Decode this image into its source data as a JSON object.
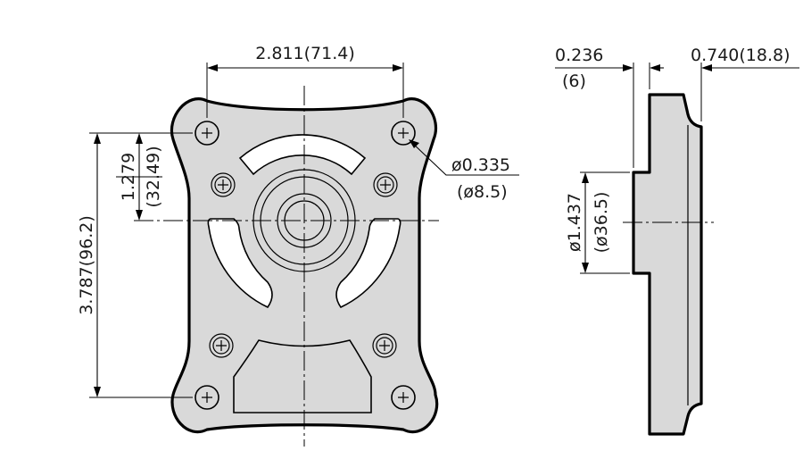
{
  "front_view": {
    "hole_spacing_width": "2.811(71.4)",
    "hole_spacing_height": "3.787(96.2)",
    "center_offset_in": "1.279",
    "center_offset_mm": "(32.49)",
    "hole_diameter_in": "ø0.335",
    "hole_diameter_mm": "(ø8.5)"
  },
  "side_view": {
    "pilot_height_in": "0.236",
    "pilot_height_mm": "(6)",
    "total_thickness": "0.740(18.8)",
    "pilot_diameter_in": "ø1.437",
    "pilot_diameter_mm": "(ø36.5)"
  }
}
